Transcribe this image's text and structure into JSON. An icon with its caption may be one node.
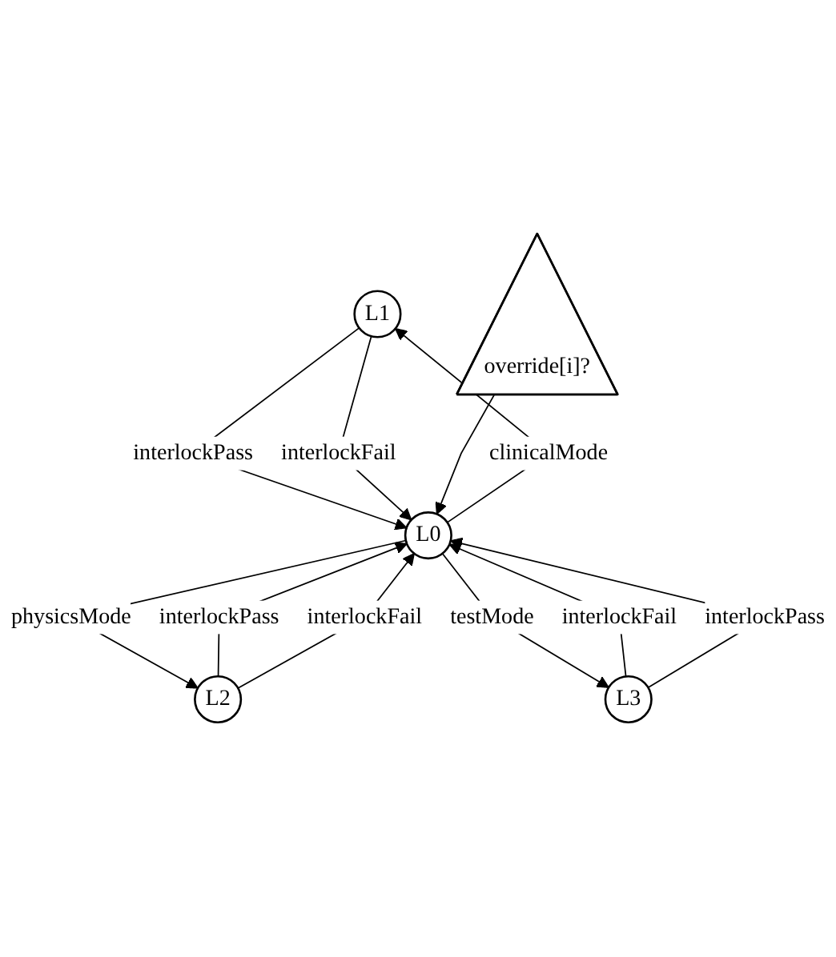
{
  "diagram": {
    "nodes": [
      {
        "text": [
          "L1"
        ]
      },
      {
        "text": [
          "override[i]?"
        ]
      },
      {
        "text": [
          "L0"
        ]
      },
      {
        "text": [
          "L2"
        ]
      },
      {
        "text": [
          "L3"
        ]
      }
    ],
    "edges": [
      {
        "from": 2,
        "to": 0,
        "arrow": "to",
        "label": "clinicalMode"
      },
      {
        "from": 0,
        "to": 2,
        "arrow": "to",
        "label": "interlockPass"
      },
      {
        "from": 0,
        "to": 2,
        "arrow": "to",
        "label": "interlockFail"
      },
      {
        "from": 2,
        "to": 3,
        "arrow": "to",
        "label": "physicsMode"
      },
      {
        "from": 3,
        "to": 2,
        "arrow": "to",
        "label": "interlockPass"
      },
      {
        "from": 3,
        "to": 2,
        "arrow": "to",
        "label": "interlockFail"
      },
      {
        "from": 1,
        "to": 2,
        "arrow": "to"
      },
      {
        "from": 4,
        "to": 2,
        "arrow": "to",
        "label": "interlockFail"
      },
      {
        "from": 4,
        "to": 2,
        "arrow": "to",
        "label": "interlockPass"
      },
      {
        "from": 2,
        "to": 4,
        "arrow": "to",
        "label": "testMode"
      }
    ]
  }
}
